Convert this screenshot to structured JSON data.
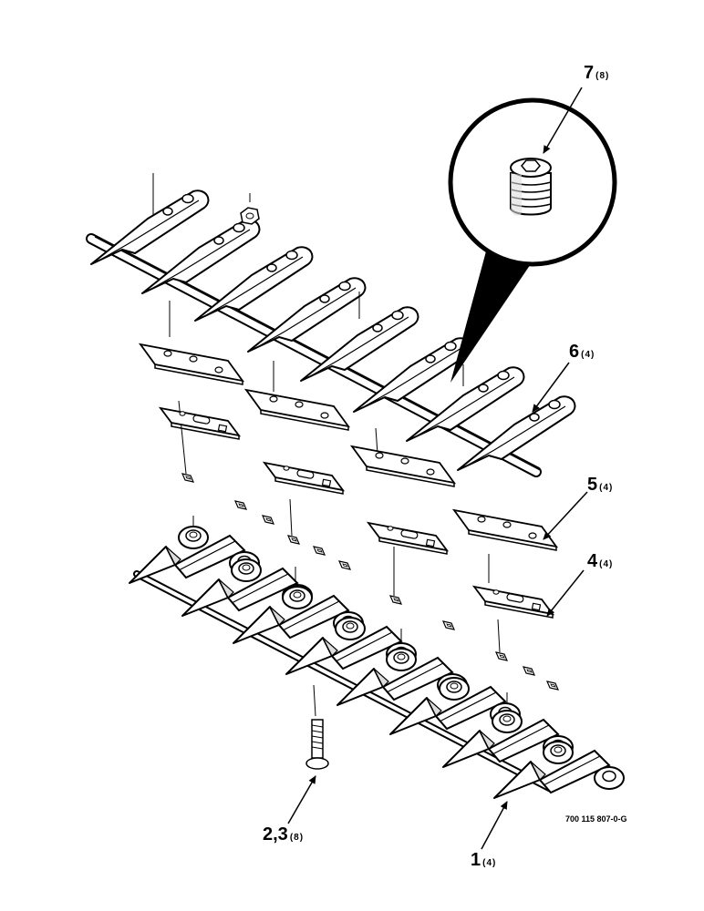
{
  "diagram": {
    "callouts": [
      {
        "id": "7",
        "number": "7",
        "qty": "(8)"
      },
      {
        "id": "6",
        "number": "6",
        "qty": "(4)"
      },
      {
        "id": "5",
        "number": "5",
        "qty": "(4)"
      },
      {
        "id": "4",
        "number": "4",
        "qty": "(4)"
      },
      {
        "id": "23",
        "number": "2,3",
        "qty": "(8)"
      },
      {
        "id": "1",
        "number": "1",
        "qty": "(4)"
      }
    ],
    "drawing_code": "700 115 807-0-G"
  }
}
